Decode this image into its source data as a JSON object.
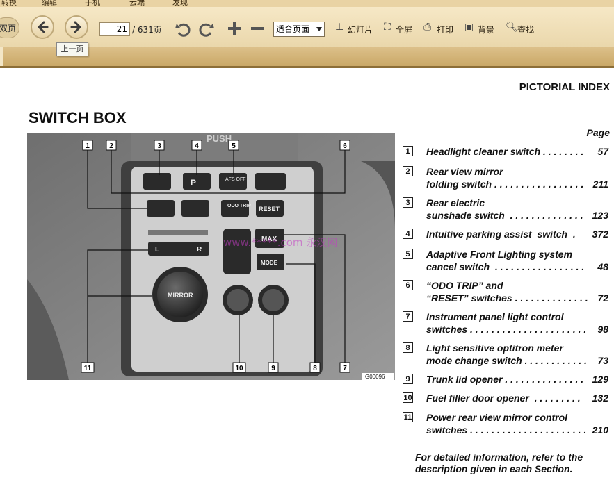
{
  "menu": {
    "items": [
      "转换",
      "编辑",
      "手机",
      "云端",
      "发现"
    ]
  },
  "toolbar": {
    "mode_button": "双页",
    "page_current": "21",
    "page_total": "/ 631页",
    "zoom": "适合页面",
    "slideshow": "幻灯片",
    "fullscreen": "全屏",
    "print": "打印",
    "background": "背景",
    "find": "查找",
    "tooltip": "上一页",
    "icons": [
      "back-arrow-icon",
      "forward-arrow-icon",
      "rotate-left-icon",
      "rotate-right-icon",
      "zoom-in-icon",
      "zoom-out-icon"
    ]
  },
  "doc": {
    "header": "PICTORIAL INDEX",
    "section_title": "SWITCH BOX",
    "page_label": "Page",
    "figure": {
      "code": "G00096",
      "watermark": "www.*****.com  永汉网",
      "callouts": [
        "1",
        "2",
        "3",
        "4",
        "5",
        "6",
        "7",
        "8",
        "9",
        "10",
        "11"
      ],
      "button_labels": [
        "P",
        "AFS OFF",
        "ODO TRIP",
        "RESET",
        "MAX",
        "MODE",
        "MIRROR",
        "L",
        "R",
        "PUSH"
      ]
    },
    "index": [
      {
        "num": "1",
        "lines": [
          "Headlight cleaner switch . . . . . . . ."
        ],
        "page": "57"
      },
      {
        "num": "2",
        "lines": [
          "Rear view mirror",
          "folding switch . . . . . . . . . . . . . . . . ."
        ],
        "page": "211"
      },
      {
        "num": "3",
        "lines": [
          "Rear electric",
          "sunshade switch  . . . . . . . . . . . . . ."
        ],
        "page": "123"
      },
      {
        "num": "4",
        "lines": [
          "Intuitive parking assist  switch  ."
        ],
        "page": "372"
      },
      {
        "num": "5",
        "lines": [
          "Adaptive Front Lighting system",
          "cancel switch  . . . . . . . . . . . . . . . . ."
        ],
        "page": "48"
      },
      {
        "num": "6",
        "lines": [
          "“ODO TRIP” and",
          "“RESET” switches . . . . . . . . . . . . . ."
        ],
        "page": "72"
      },
      {
        "num": "7",
        "lines": [
          "Instrument panel light control",
          "switches . . . . . . . . . . . . . . . . . . . . . ."
        ],
        "page": "98"
      },
      {
        "num": "8",
        "lines": [
          "Light sensitive optitron meter",
          "mode change switch . . . . . . . . . . . ."
        ],
        "page": "73"
      },
      {
        "num": "9",
        "lines": [
          "Trunk lid opener . . . . . . . . . . . . . . ."
        ],
        "page": "129"
      },
      {
        "num": "10",
        "lines": [
          "Fuel filler door opener  . . . . . . . . ."
        ],
        "page": "132"
      },
      {
        "num": "11",
        "lines": [
          "Power rear view mirror control",
          "switches . . . . . . . . . . . . . . . . . . . . . ."
        ],
        "page": "210"
      }
    ],
    "note": "For detailed information, refer to the description given in each Section."
  },
  "colors": {
    "toolbar_bg": "#f3e4bf",
    "tabbar": "#c9a765",
    "figure_bg": "#8a8a8a"
  }
}
